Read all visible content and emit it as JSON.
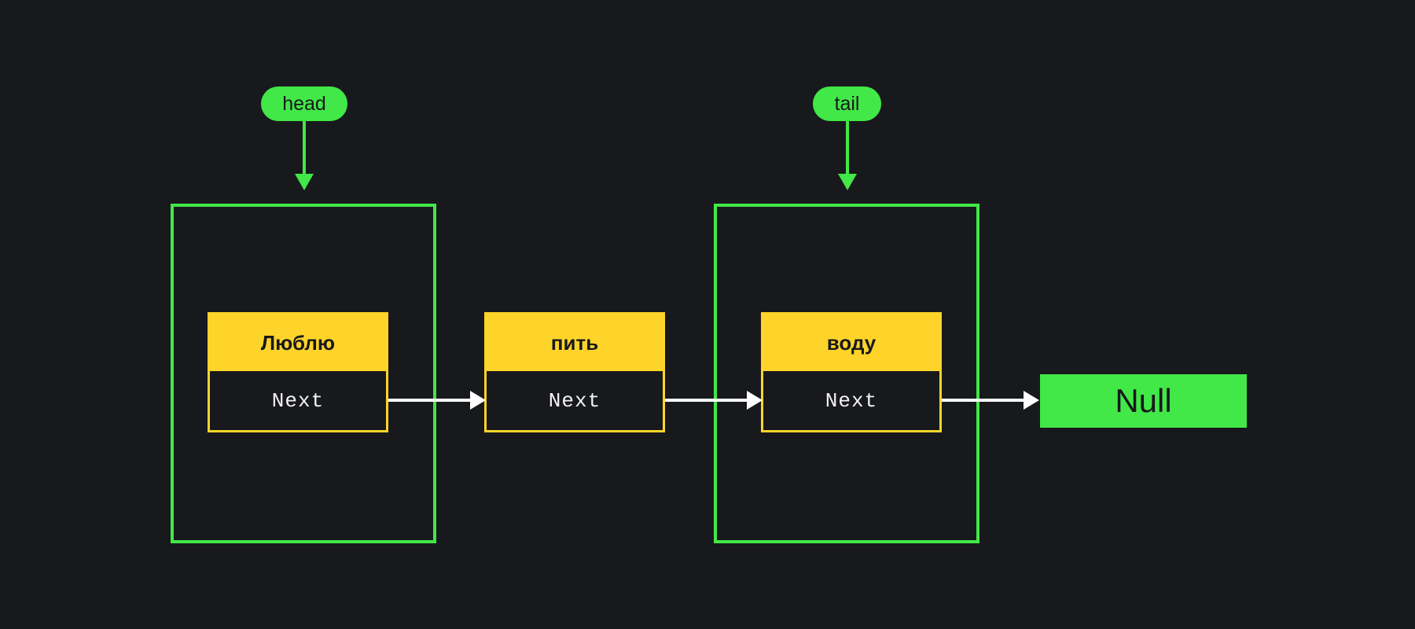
{
  "diagram": {
    "pointers": {
      "head_label": "head",
      "tail_label": "tail"
    },
    "nodes": [
      {
        "value": "Люблю",
        "next_label": "Next"
      },
      {
        "value": "пить",
        "next_label": "Next"
      },
      {
        "value": "воду",
        "next_label": "Next"
      }
    ],
    "terminal": {
      "label": "Null"
    }
  },
  "colors": {
    "background": "#18191c",
    "pointer_green": "#41e847",
    "node_yellow": "#ffd42a",
    "link_white": "#ffffff"
  }
}
